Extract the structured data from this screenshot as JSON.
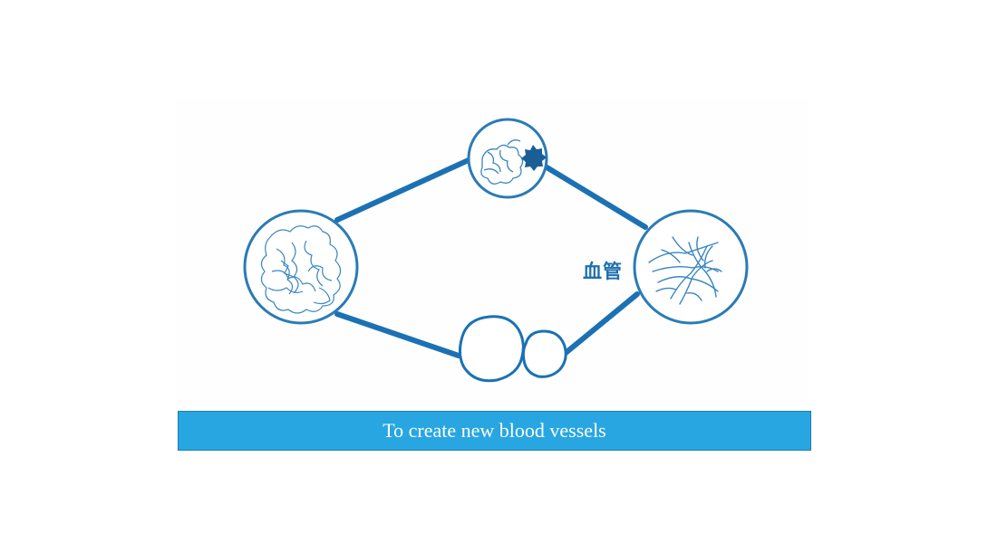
{
  "diagram": {
    "vessel_label": "血管",
    "caption": "To create new blood vessels",
    "colors": {
      "line": "#1b71b4",
      "circle_stroke": "#2a7bb6",
      "sketch": "#3a86c0",
      "caption_bg": "#28a6e1",
      "caption_text": "#ffffff"
    },
    "nodes": [
      {
        "name": "protein-node-icon",
        "depicts": "folded protein sketch"
      },
      {
        "name": "cell-cluster-node-icon",
        "depicts": "cells with blob"
      },
      {
        "name": "blood-vessel-node-icon",
        "depicts": "branching blood vessels"
      },
      {
        "name": "cell-division-node-icon",
        "depicts": "two dividing cells"
      }
    ]
  }
}
